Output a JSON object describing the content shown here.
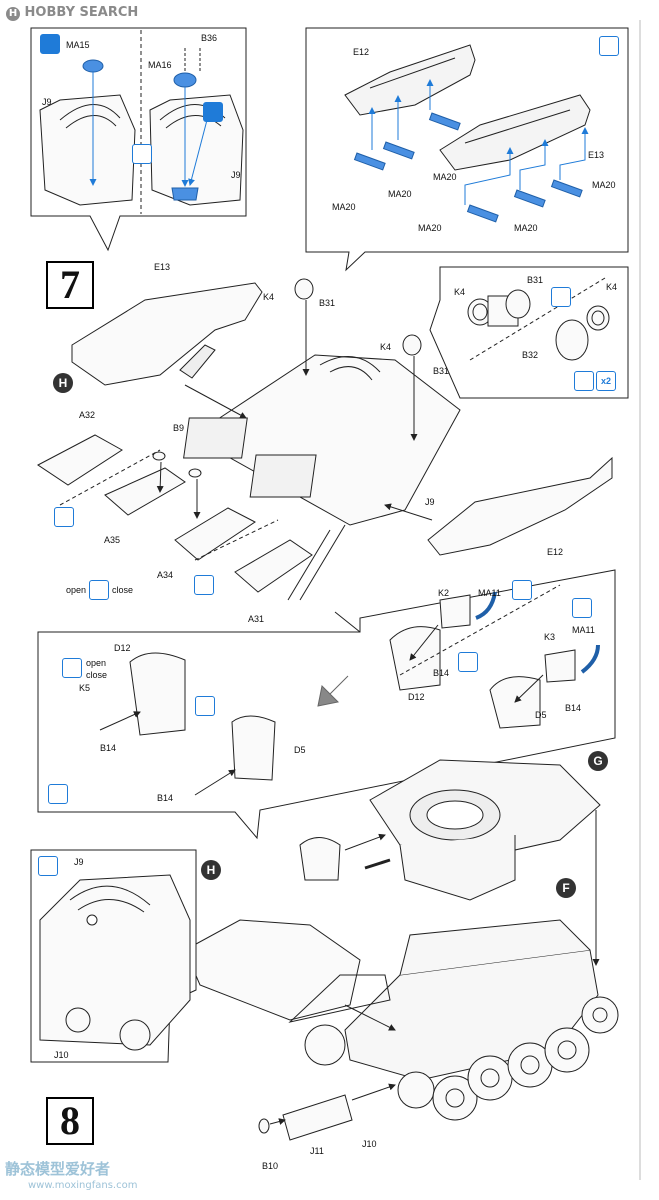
{
  "watermark": {
    "brand": "HOBBY SEARCH",
    "brand_prefix": "H",
    "footer_cn": "静态模型爱好者",
    "footer_url": "www.moxingfans.com"
  },
  "steps": {
    "step7": "7",
    "step8": "8"
  },
  "markers": {
    "H": "H",
    "G": "G",
    "F": "F",
    "H2": "H"
  },
  "notes": {
    "open_close": {
      "open": "open",
      "close": "close"
    },
    "x2": "x2"
  },
  "labels": {
    "MA15": "MA15",
    "B36": "B36",
    "MA16": "MA16",
    "J9a": "J9",
    "J9b": "J9",
    "E12a": "E12",
    "E13a": "E13",
    "MA20": "MA20",
    "K4a": "K4",
    "B31a": "B31",
    "K4b": "K4",
    "B31b": "B31",
    "K4c": "K4",
    "B31c": "B31",
    "K4d": "K4",
    "B32": "B32",
    "E13b": "E13",
    "A32": "A32",
    "B9": "B9",
    "J9c": "J9",
    "A35": "A35",
    "A34": "A34",
    "A31": "A31",
    "E12b": "E12",
    "K2": "K2",
    "MA11a": "MA11",
    "MA11b": "MA11",
    "K3": "K3",
    "D12a": "D12",
    "B14a": "B14",
    "D5a": "D5",
    "B14b": "B14",
    "D12b": "D12",
    "K5": "K5",
    "B14c": "B14",
    "D5b": "D5",
    "B14d": "B14",
    "J9d": "J9",
    "J10a": "J10",
    "J10b": "J10",
    "J11": "J11",
    "B10": "B10"
  },
  "colors": {
    "accent": "#1f7bd8",
    "line": "#222222"
  }
}
